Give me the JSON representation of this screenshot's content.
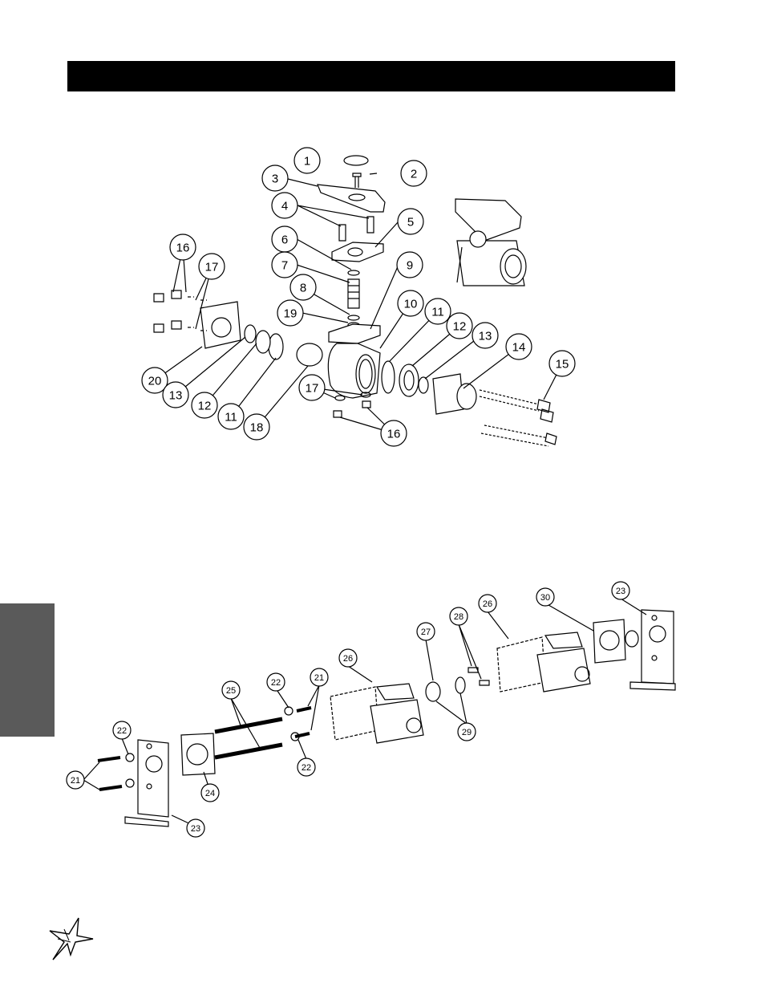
{
  "callouts_top": [
    {
      "id": "callout-1",
      "label": "1"
    },
    {
      "id": "callout-2",
      "label": "2"
    },
    {
      "id": "callout-3",
      "label": "3"
    },
    {
      "id": "callout-4",
      "label": "4"
    },
    {
      "id": "callout-5",
      "label": "5"
    },
    {
      "id": "callout-6",
      "label": "6"
    },
    {
      "id": "callout-7",
      "label": "7"
    },
    {
      "id": "callout-8",
      "label": "8"
    },
    {
      "id": "callout-9",
      "label": "9"
    },
    {
      "id": "callout-10",
      "label": "10"
    },
    {
      "id": "callout-11a",
      "label": "11"
    },
    {
      "id": "callout-12a",
      "label": "12"
    },
    {
      "id": "callout-13a",
      "label": "13"
    },
    {
      "id": "callout-14",
      "label": "14"
    },
    {
      "id": "callout-15",
      "label": "15"
    },
    {
      "id": "callout-16a",
      "label": "16"
    },
    {
      "id": "callout-17a",
      "label": "17"
    },
    {
      "id": "callout-19",
      "label": "19"
    },
    {
      "id": "callout-20",
      "label": "20"
    },
    {
      "id": "callout-13b",
      "label": "13"
    },
    {
      "id": "callout-12b",
      "label": "12"
    },
    {
      "id": "callout-11b",
      "label": "11"
    },
    {
      "id": "callout-18",
      "label": "18"
    },
    {
      "id": "callout-17b",
      "label": "17"
    },
    {
      "id": "callout-16b",
      "label": "16"
    }
  ],
  "callouts_bottom": [
    {
      "id": "callout-21a",
      "label": "21"
    },
    {
      "id": "callout-22a",
      "label": "22"
    },
    {
      "id": "callout-23a",
      "label": "23"
    },
    {
      "id": "callout-24",
      "label": "24"
    },
    {
      "id": "callout-25",
      "label": "25"
    },
    {
      "id": "callout-22b",
      "label": "22"
    },
    {
      "id": "callout-21b",
      "label": "21"
    },
    {
      "id": "callout-22c",
      "label": "22"
    },
    {
      "id": "callout-26a",
      "label": "26"
    },
    {
      "id": "callout-27",
      "label": "27"
    },
    {
      "id": "callout-28",
      "label": "28"
    },
    {
      "id": "callout-29",
      "label": "29"
    },
    {
      "id": "callout-26b",
      "label": "26"
    },
    {
      "id": "callout-30",
      "label": "30"
    },
    {
      "id": "callout-23b",
      "label": "23"
    }
  ]
}
